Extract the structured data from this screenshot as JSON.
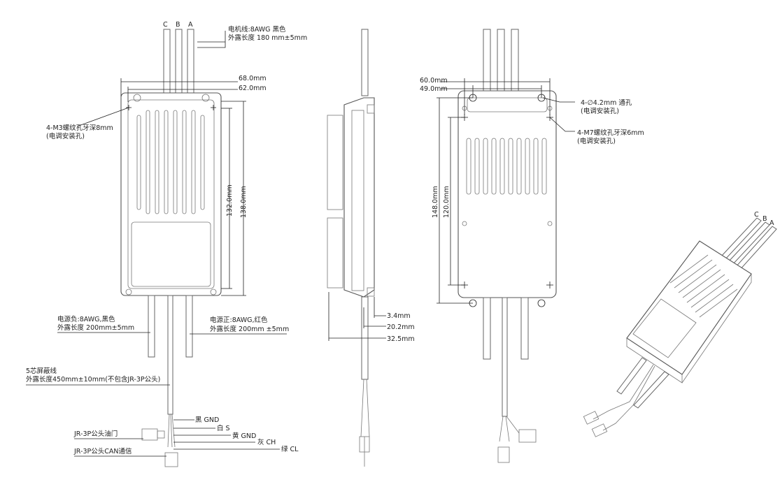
{
  "motor_phases": [
    "C",
    "B",
    "A"
  ],
  "motor_wire": {
    "line1": "电机线:8AWG 黑色",
    "line2": "外露长度 180 mm±5mm"
  },
  "front_dims": {
    "w_outer": "68.0mm",
    "w_inner": "62.0mm",
    "h_inner": "132.0mm",
    "h_outer": "138.0mm"
  },
  "m3_holes": {
    "line1": "4-M3螺纹孔牙深8mm",
    "line2": "(电调安装孔)"
  },
  "power_neg": {
    "line1": "电源负:8AWG,黑色",
    "line2": "外露长度 200mm±5mm"
  },
  "power_pos": {
    "line1": "电源正:8AWG,红色",
    "line2": "外露长度 200mm ±5mm"
  },
  "shield_cable": {
    "line1": "5芯屏蔽线",
    "line2": "外露长度450mm±10mm(不包含JR-3P公头)"
  },
  "signal_wires": [
    "黑 GND",
    "白 S",
    "黄 GND",
    "灰 CH",
    "绿 CL"
  ],
  "connectors": {
    "throttle": "JR-3P公头油门",
    "can": "JR-3P公头CAN通信"
  },
  "side_dims": [
    "3.4mm",
    "20.2mm",
    "32.5mm"
  ],
  "back_dims": {
    "w_outer": "60.0mm",
    "w_inner": "49.0mm",
    "h_outer": "148.0mm",
    "h_inner": "120.0mm"
  },
  "through_holes": {
    "line1": "4-∅4.2mm 通孔",
    "line2": "(电调安装孔)"
  },
  "m7_holes": {
    "line1": "4-M7螺纹孔牙深6mm",
    "line2": "(电调安装孔)"
  },
  "iso_phases": [
    "C",
    "B",
    "A"
  ]
}
